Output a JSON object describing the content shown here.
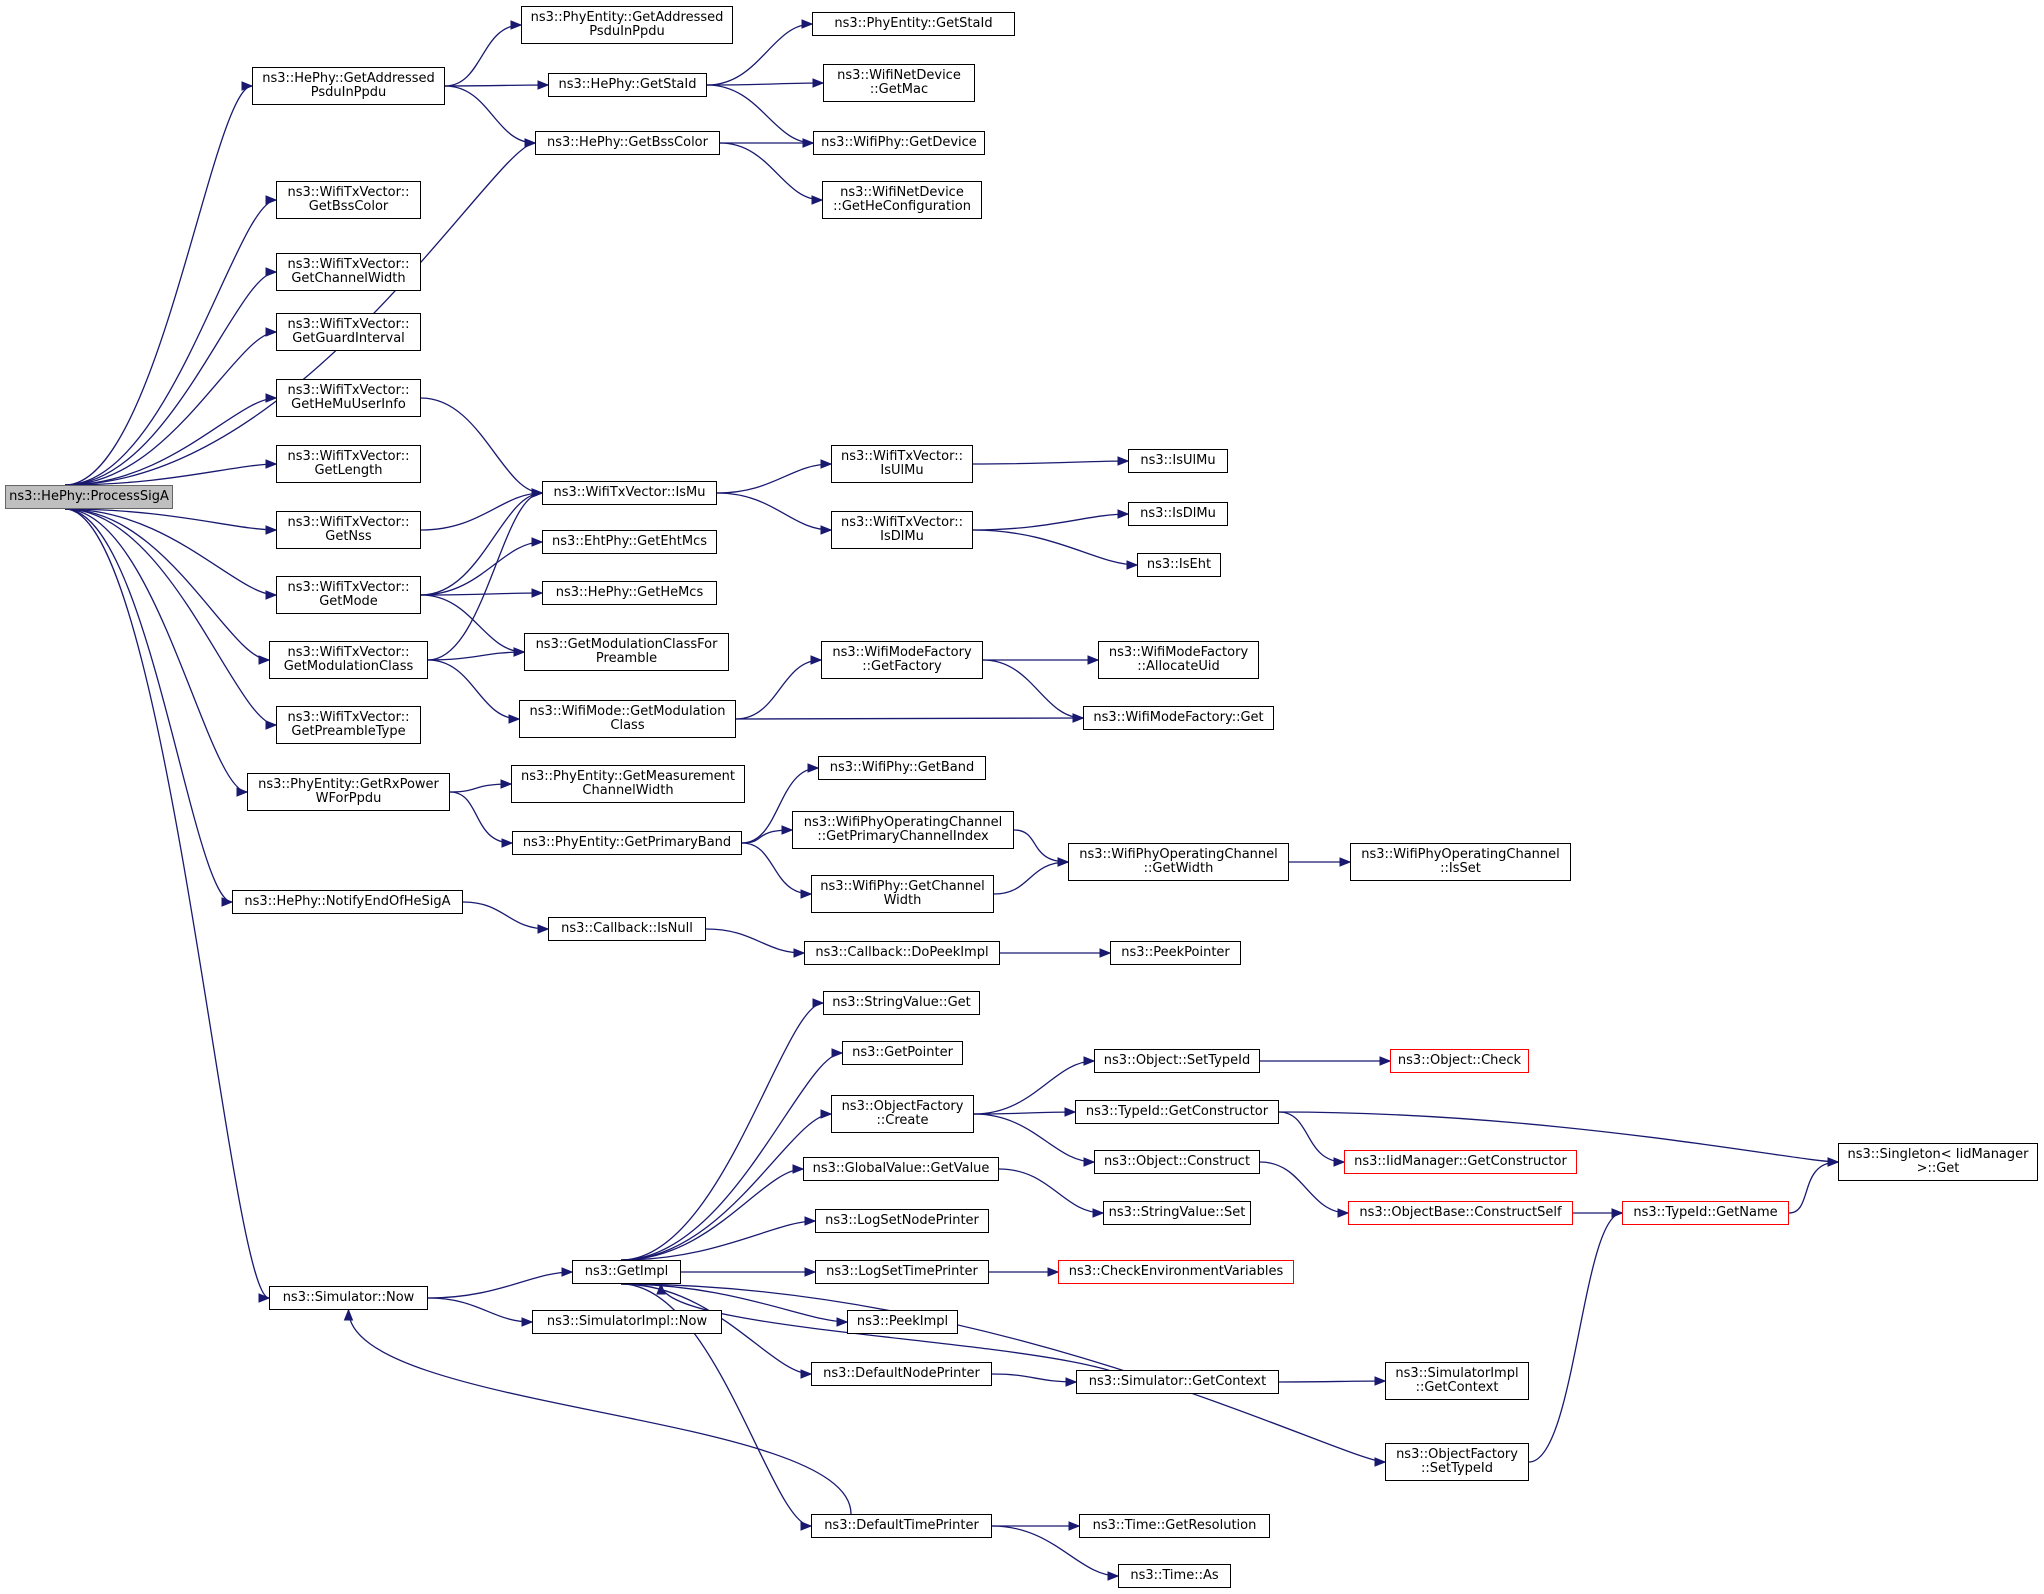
{
  "diagram": {
    "colors": {
      "edge": "#191970",
      "border": "#000000",
      "highlight": "#ff0000",
      "root_fill": "#bfbfbf"
    },
    "nodes": [
      {
        "id": "root",
        "label": "ns3::HePhy::ProcessSigA",
        "style": "root"
      },
      {
        "id": "hp_getaddr",
        "label": "ns3::HePhy::GetAddressed\nPsduInPpdu"
      },
      {
        "id": "pe_getaddr",
        "label": "ns3::PhyEntity::GetAddressed\nPsduInPpdu"
      },
      {
        "id": "hp_getstaid",
        "label": "ns3::HePhy::GetStaId"
      },
      {
        "id": "pe_getstaid",
        "label": "ns3::PhyEntity::GetStaId"
      },
      {
        "id": "wnd_getmac",
        "label": "ns3::WifiNetDevice\n::GetMac"
      },
      {
        "id": "wp_getdevice",
        "label": "ns3::WifiPhy::GetDevice"
      },
      {
        "id": "hp_getbsscolor",
        "label": "ns3::HePhy::GetBssColor"
      },
      {
        "id": "wnd_gethe",
        "label": "ns3::WifiNetDevice\n::GetHeConfiguration"
      },
      {
        "id": "tx_getbsscolor",
        "label": "ns3::WifiTxVector::\nGetBssColor"
      },
      {
        "id": "tx_getchw",
        "label": "ns3::WifiTxVector::\nGetChannelWidth"
      },
      {
        "id": "tx_getgi",
        "label": "ns3::WifiTxVector::\nGetGuardInterval"
      },
      {
        "id": "tx_gethemu",
        "label": "ns3::WifiTxVector::\nGetHeMuUserInfo"
      },
      {
        "id": "tx_getlength",
        "label": "ns3::WifiTxVector::\nGetLength"
      },
      {
        "id": "tx_getnss",
        "label": "ns3::WifiTxVector::\nGetNss"
      },
      {
        "id": "tx_getmode",
        "label": "ns3::WifiTxVector::\nGetMode"
      },
      {
        "id": "tx_getmodclass",
        "label": "ns3::WifiTxVector::\nGetModulationClass"
      },
      {
        "id": "tx_getpreamble",
        "label": "ns3::WifiTxVector::\nGetPreambleType"
      },
      {
        "id": "tx_ismu",
        "label": "ns3::WifiTxVector::IsMu"
      },
      {
        "id": "tx_isulmu",
        "label": "ns3::WifiTxVector::\nIsUlMu"
      },
      {
        "id": "tx_isdlmu",
        "label": "ns3::WifiTxVector::\nIsDlMu"
      },
      {
        "id": "isulmu",
        "label": "ns3::IsUlMu"
      },
      {
        "id": "isdlmu",
        "label": "ns3::IsDlMu"
      },
      {
        "id": "iseht",
        "label": "ns3::IsEht"
      },
      {
        "id": "eht_getmcs",
        "label": "ns3::EhtPhy::GetEhtMcs"
      },
      {
        "id": "he_getmcs",
        "label": "ns3::HePhy::GetHeMcs"
      },
      {
        "id": "getmodclassfor",
        "label": "ns3::GetModulationClassFor\nPreamble"
      },
      {
        "id": "wm_getmodclass",
        "label": "ns3::WifiMode::GetModulation\nClass"
      },
      {
        "id": "wmf_getfactory",
        "label": "ns3::WifiModeFactory\n::GetFactory"
      },
      {
        "id": "wmf_alloc",
        "label": "ns3::WifiModeFactory\n::AllocateUid"
      },
      {
        "id": "wmf_get",
        "label": "ns3::WifiModeFactory::Get"
      },
      {
        "id": "pe_getrxpower",
        "label": "ns3::PhyEntity::GetRxPower\nWForPpdu"
      },
      {
        "id": "pe_getmeas",
        "label": "ns3::PhyEntity::GetMeasurement\nChannelWidth"
      },
      {
        "id": "pe_getprimary",
        "label": "ns3::PhyEntity::GetPrimaryBand"
      },
      {
        "id": "wp_getband",
        "label": "ns3::WifiPhy::GetBand"
      },
      {
        "id": "woc_getprimidx",
        "label": "ns3::WifiPhyOperatingChannel\n::GetPrimaryChannelIndex"
      },
      {
        "id": "wp_getchw",
        "label": "ns3::WifiPhy::GetChannel\nWidth"
      },
      {
        "id": "woc_getwidth",
        "label": "ns3::WifiPhyOperatingChannel\n::GetWidth"
      },
      {
        "id": "woc_isset",
        "label": "ns3::WifiPhyOperatingChannel\n::IsSet"
      },
      {
        "id": "hp_notify",
        "label": "ns3::HePhy::NotifyEndOfHeSigA"
      },
      {
        "id": "cb_isnull",
        "label": "ns3::Callback::IsNull"
      },
      {
        "id": "cb_dopeek",
        "label": "ns3::Callback::DoPeekImpl"
      },
      {
        "id": "peekpointer",
        "label": "ns3::PeekPointer"
      },
      {
        "id": "sim_now",
        "label": "ns3::Simulator::Now"
      },
      {
        "id": "getimpl",
        "label": "ns3::GetImpl"
      },
      {
        "id": "simimpl_now",
        "label": "ns3::SimulatorImpl::Now"
      },
      {
        "id": "sv_get",
        "label": "ns3::StringValue::Get"
      },
      {
        "id": "getpointer",
        "label": "ns3::GetPointer"
      },
      {
        "id": "of_create",
        "label": "ns3::ObjectFactory\n::Create"
      },
      {
        "id": "gv_getvalue",
        "label": "ns3::GlobalValue::GetValue"
      },
      {
        "id": "lognode",
        "label": "ns3::LogSetNodePrinter"
      },
      {
        "id": "logtime",
        "label": "ns3::LogSetTimePrinter"
      },
      {
        "id": "peekimpl",
        "label": "ns3::PeekImpl"
      },
      {
        "id": "defnode",
        "label": "ns3::DefaultNodePrinter"
      },
      {
        "id": "deftime",
        "label": "ns3::DefaultTimePrinter"
      },
      {
        "id": "obj_settype",
        "label": "ns3::Object::SetTypeId"
      },
      {
        "id": "obj_check",
        "label": "ns3::Object::Check",
        "style": "red"
      },
      {
        "id": "tid_getctor",
        "label": "ns3::TypeId::GetConstructor"
      },
      {
        "id": "iid_getctor",
        "label": "ns3::IidManager::GetConstructor",
        "style": "red"
      },
      {
        "id": "singleton",
        "label": "ns3::Singleton< IidManager\n>::Get"
      },
      {
        "id": "obj_construct",
        "label": "ns3::Object::Construct"
      },
      {
        "id": "ob_constructself",
        "label": "ns3::ObjectBase::ConstructSelf",
        "style": "red"
      },
      {
        "id": "tid_getname",
        "label": "ns3::TypeId::GetName",
        "style": "red"
      },
      {
        "id": "sv_set",
        "label": "ns3::StringValue::Set"
      },
      {
        "id": "checkenv",
        "label": "ns3::CheckEnvironmentVariables",
        "style": "red"
      },
      {
        "id": "sim_getcontext",
        "label": "ns3::Simulator::GetContext"
      },
      {
        "id": "simimpl_getcontext",
        "label": "ns3::SimulatorImpl\n::GetContext"
      },
      {
        "id": "of_settype",
        "label": "ns3::ObjectFactory\n::SetTypeId"
      },
      {
        "id": "time_getres",
        "label": "ns3::Time::GetResolution"
      },
      {
        "id": "time_as",
        "label": "ns3::Time::As"
      }
    ],
    "edges": [
      [
        "root",
        "hp_getaddr"
      ],
      [
        "root",
        "hp_getbsscolor"
      ],
      [
        "root",
        "tx_getbsscolor"
      ],
      [
        "root",
        "tx_getchw"
      ],
      [
        "root",
        "tx_getgi"
      ],
      [
        "root",
        "tx_gethemu"
      ],
      [
        "root",
        "tx_getlength"
      ],
      [
        "root",
        "tx_getnss"
      ],
      [
        "root",
        "tx_getmode"
      ],
      [
        "root",
        "tx_getmodclass"
      ],
      [
        "root",
        "tx_getpreamble"
      ],
      [
        "root",
        "pe_getrxpower"
      ],
      [
        "root",
        "hp_notify"
      ],
      [
        "root",
        "sim_now"
      ],
      [
        "hp_getaddr",
        "pe_getaddr"
      ],
      [
        "hp_getaddr",
        "hp_getstaid"
      ],
      [
        "hp_getaddr",
        "hp_getbsscolor"
      ],
      [
        "hp_getstaid",
        "pe_getstaid"
      ],
      [
        "hp_getstaid",
        "wnd_getmac"
      ],
      [
        "hp_getstaid",
        "wp_getdevice"
      ],
      [
        "hp_getbsscolor",
        "wp_getdevice"
      ],
      [
        "hp_getbsscolor",
        "wnd_gethe"
      ],
      [
        "tx_gethemu",
        "tx_ismu"
      ],
      [
        "tx_getnss",
        "tx_ismu"
      ],
      [
        "tx_getmode",
        "tx_ismu"
      ],
      [
        "tx_getmodclass",
        "tx_ismu"
      ],
      [
        "tx_ismu",
        "tx_isulmu"
      ],
      [
        "tx_ismu",
        "tx_isdlmu"
      ],
      [
        "tx_isulmu",
        "isulmu"
      ],
      [
        "tx_isdlmu",
        "isdlmu"
      ],
      [
        "tx_isdlmu",
        "iseht"
      ],
      [
        "tx_getmode",
        "eht_getmcs"
      ],
      [
        "tx_getmode",
        "he_getmcs"
      ],
      [
        "tx_getmode",
        "getmodclassfor"
      ],
      [
        "tx_getmodclass",
        "getmodclassfor"
      ],
      [
        "tx_getmodclass",
        "wm_getmodclass"
      ],
      [
        "wm_getmodclass",
        "wmf_getfactory"
      ],
      [
        "wm_getmodclass",
        "wmf_get"
      ],
      [
        "wmf_getfactory",
        "wmf_alloc"
      ],
      [
        "wmf_getfactory",
        "wmf_get"
      ],
      [
        "pe_getrxpower",
        "pe_getmeas"
      ],
      [
        "pe_getrxpower",
        "pe_getprimary"
      ],
      [
        "pe_getprimary",
        "wp_getband"
      ],
      [
        "pe_getprimary",
        "woc_getprimidx"
      ],
      [
        "pe_getprimary",
        "wp_getchw"
      ],
      [
        "woc_getprimidx",
        "woc_getwidth"
      ],
      [
        "wp_getchw",
        "woc_getwidth"
      ],
      [
        "woc_getwidth",
        "woc_isset"
      ],
      [
        "hp_notify",
        "cb_isnull"
      ],
      [
        "cb_isnull",
        "cb_dopeek"
      ],
      [
        "cb_dopeek",
        "peekpointer"
      ],
      [
        "sim_now",
        "getimpl"
      ],
      [
        "sim_now",
        "simimpl_now"
      ],
      [
        "getimpl",
        "sv_get"
      ],
      [
        "getimpl",
        "getpointer"
      ],
      [
        "getimpl",
        "of_create"
      ],
      [
        "getimpl",
        "gv_getvalue"
      ],
      [
        "getimpl",
        "lognode"
      ],
      [
        "getimpl",
        "logtime"
      ],
      [
        "getimpl",
        "peekimpl"
      ],
      [
        "getimpl",
        "defnode"
      ],
      [
        "getimpl",
        "deftime"
      ],
      [
        "getimpl",
        "of_settype"
      ],
      [
        "of_create",
        "obj_settype"
      ],
      [
        "of_create",
        "tid_getctor"
      ],
      [
        "of_create",
        "obj_construct"
      ],
      [
        "obj_settype",
        "obj_check"
      ],
      [
        "tid_getctor",
        "iid_getctor"
      ],
      [
        "tid_getctor",
        "singleton"
      ],
      [
        "obj_construct",
        "ob_constructself"
      ],
      [
        "ob_constructself",
        "tid_getname"
      ],
      [
        "tid_getname",
        "singleton"
      ],
      [
        "gv_getvalue",
        "sv_set"
      ],
      [
        "logtime",
        "checkenv"
      ],
      [
        "defnode",
        "sim_getcontext"
      ],
      [
        "sim_getcontext",
        "simimpl_getcontext"
      ],
      [
        "sim_getcontext",
        "getimpl"
      ],
      [
        "of_settype",
        "tid_getname"
      ],
      [
        "deftime",
        "time_getres"
      ],
      [
        "deftime",
        "time_as"
      ],
      [
        "deftime",
        "sim_now"
      ]
    ]
  }
}
